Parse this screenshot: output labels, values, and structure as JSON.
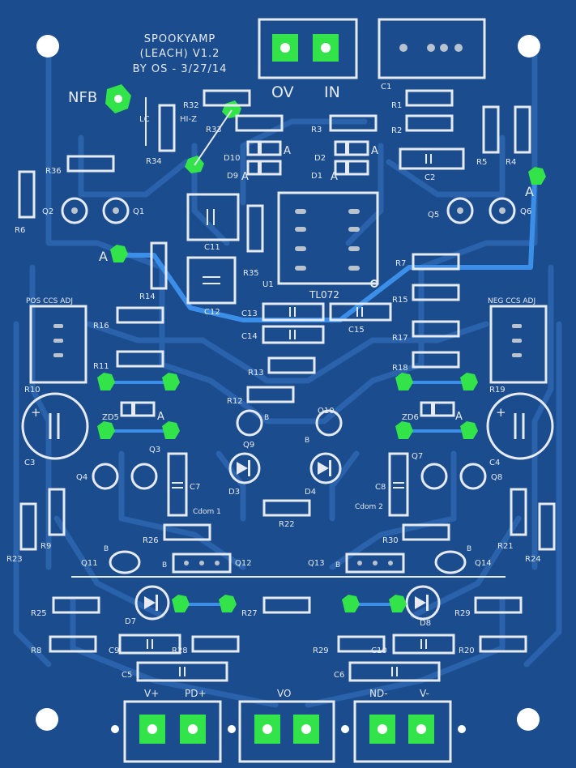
{
  "board": {
    "title_lines": [
      "SPOOKYAMP",
      "(LEACH) V1.2",
      "BY OS - 3/27/14"
    ],
    "colors": {
      "board": "#1a4c8e",
      "trace": "#2a62ab",
      "silk": "#e6eaf2",
      "pad_green": "#33e34a",
      "pad": "#b9c2cf"
    }
  },
  "input": {
    "ov_label": "OV",
    "in_label": "IN",
    "c1_label": "C1"
  },
  "labels": {
    "nfb": "NFB",
    "lc": "LC",
    "hiz": "HI-Z",
    "a_left": "A",
    "a_right": "A",
    "pos_ccs": "POS CCS ADJ",
    "neg_ccs": "NEG CCS ADJ",
    "u1": "U1",
    "tl072": "TL072",
    "cdom1": "Cdom 1",
    "cdom2": "Cdom 2"
  },
  "resistors": {
    "r1": "R1",
    "r2": "R2",
    "r3": "R3",
    "r4": "R4",
    "r5": "R5",
    "r6": "R6",
    "r7": "R7",
    "r8": "R8",
    "r9": "R9",
    "r10": "R10",
    "r11": "R11",
    "r12": "R12",
    "r13": "R13",
    "r14": "R14",
    "r15": "R15",
    "r16": "R16",
    "r17": "R17",
    "r18": "R18",
    "r19": "R19",
    "r20": "R20",
    "r21": "R21",
    "r22": "R22",
    "r23": "R23",
    "r24": "R24",
    "r25": "R25",
    "r26": "R26",
    "r27": "R27",
    "r28": "R28",
    "r29a": "R29",
    "r29b": "R29",
    "r30": "R30",
    "r32": "R32",
    "r33": "R33",
    "r34": "R34",
    "r35": "R35",
    "r36": "R36"
  },
  "caps": {
    "c2": "C2",
    "c3": "C3",
    "c4": "C4",
    "c5": "C5",
    "c6": "C6",
    "c7": "C7",
    "c8": "C8",
    "c9": "C9",
    "c10": "C10",
    "c11": "C11",
    "c12": "C12",
    "c13": "C13",
    "c14": "C14",
    "c15": "C15"
  },
  "transistors": {
    "q1": "Q1",
    "q2": "Q2",
    "q3": "Q3",
    "q4": "Q4",
    "q5": "Q5",
    "q6": "Q6",
    "q7": "Q7",
    "q8": "Q8",
    "q9": "Q9",
    "q10": "Q10",
    "q11": "Q11",
    "q12": "Q12",
    "q13": "Q13",
    "q14": "Q14"
  },
  "diodes": {
    "d1": "D1",
    "d2": "D2",
    "d3": "D3",
    "d4": "D4",
    "d7": "D7",
    "d8": "D8",
    "d9": "D9",
    "d10": "D10",
    "zd5": "ZD5",
    "zd6": "ZD6"
  },
  "output": {
    "vplus": "V+",
    "pdplus": "PD+",
    "vo": "VO",
    "ndminus": "ND-",
    "vminus": "V-"
  },
  "pin_marks": {
    "a": "A",
    "b": "B",
    "plus": "+"
  }
}
